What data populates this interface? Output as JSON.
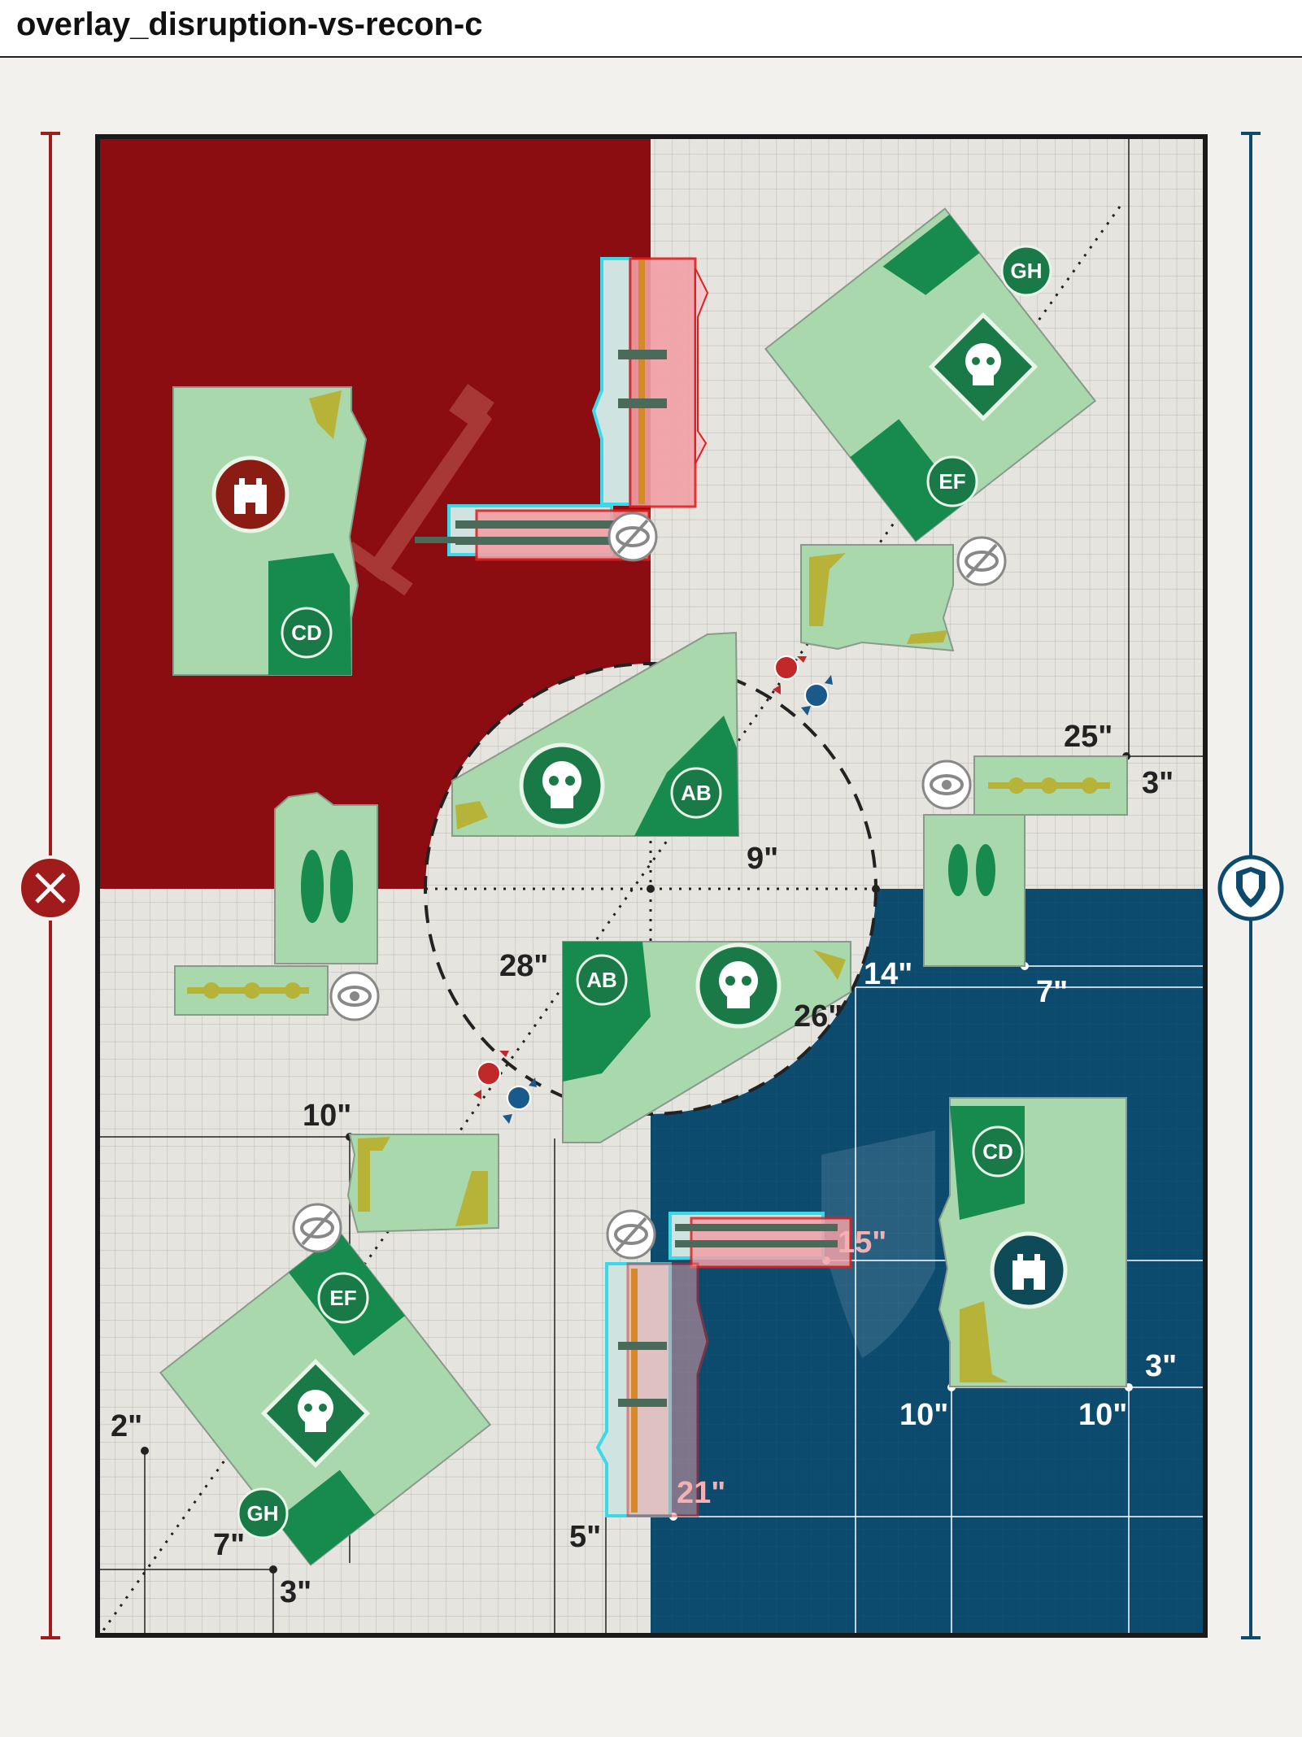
{
  "title": "overlay_disruption-vs-recon-c",
  "colors": {
    "attacker": "#8b0d12",
    "defender": "#0c4a6e",
    "board": "#e6e4df",
    "terrain": "#a8d8ac",
    "terrain_dark": "#178a4e",
    "objective": "#1a7a47",
    "barricade": "#b7b338"
  },
  "icons": {
    "attacker": "crossed-swords-icon",
    "defender": "shield-icon",
    "fortress": "castle-icon",
    "objective": "skull-icon",
    "visibility": "eye-icon",
    "no_visibility": "eye-slash-icon"
  },
  "objectives": {
    "ab": "AB",
    "cd": "CD",
    "ef": "EF",
    "gh": "GH"
  },
  "measurements": {
    "m25": "25\"",
    "m3a": "3\"",
    "m9": "9\"",
    "m14": "14\"",
    "m7a": "7\"",
    "m28": "28\"",
    "m26": "26\"",
    "m10a": "10\"",
    "m15": "15\"",
    "m3b": "3\"",
    "m10b": "10\"",
    "m10c": "10\"",
    "m2": "2\"",
    "m7b": "7\"",
    "m3c": "3\"",
    "m5": "5\"",
    "m21": "21\""
  }
}
